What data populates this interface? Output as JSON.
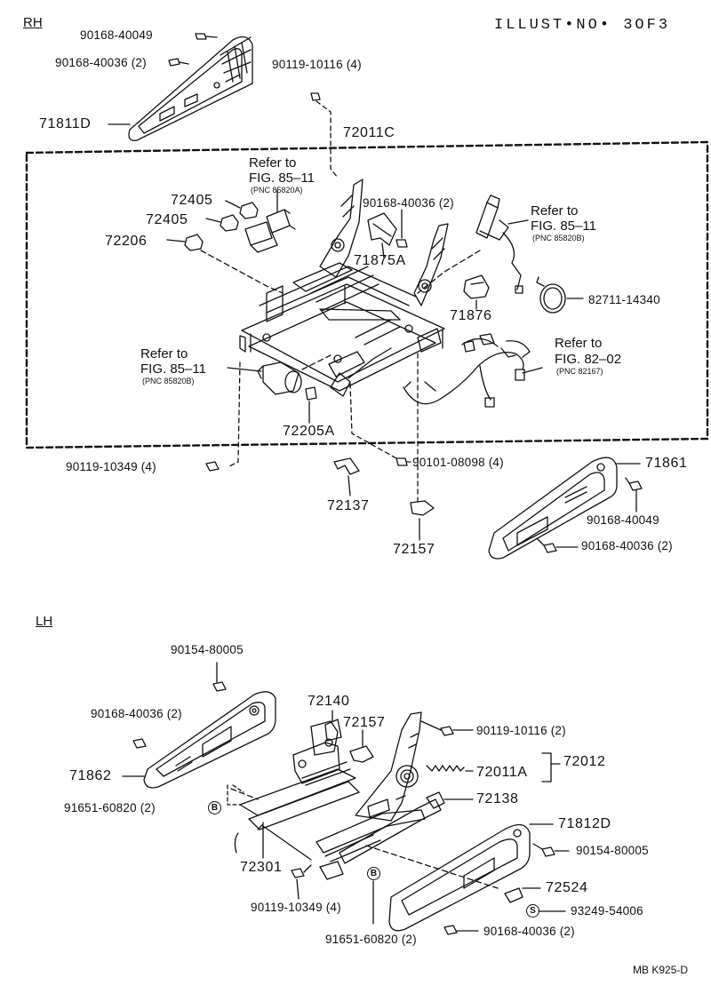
{
  "header": {
    "section_rh": "RH",
    "illust_no": "ILLUST•NO• 3OF3"
  },
  "rh": {
    "p_90168_40049_top": "90168-40049",
    "p_90168_40036_top": "90168-40036 (2)",
    "p_90119_10116": "90119-10116 (4)",
    "p_71811d": "71811D",
    "p_72011c": "72011C",
    "refer_a": {
      "refer": "Refer to",
      "fig": "FIG. 85–11",
      "pnc": "(PNC 85820A)"
    },
    "p_72405_a": "72405",
    "p_72405_b": "72405",
    "p_72206": "72206",
    "p_90168_40036_mid": "90168-40036 (2)",
    "p_71875a": "71875A",
    "refer_b": {
      "refer": "Refer to",
      "fig": "FIG. 85–11",
      "pnc": "(PNC 85820B)"
    },
    "p_82711_14340": "82711-14340",
    "p_71876": "71876",
    "refer_c": {
      "refer": "Refer to",
      "fig": "FIG. 82–02",
      "pnc": "(PNC 82167)"
    },
    "refer_d": {
      "refer": "Refer to",
      "fig": "FIG. 85–11",
      "pnc": "(PNC 85820B)"
    },
    "p_72205a": "72205A",
    "p_90119_10349": "90119-10349 (4)",
    "p_90101_08098": "90101-08098 (4)",
    "p_71861": "71861",
    "p_72137": "72137",
    "p_90168_40049_low": "90168-40049",
    "p_72157": "72157",
    "p_90168_40036_low": "90168-40036 (2)"
  },
  "lh": {
    "section_lh": "LH",
    "p_90154_80005_top": "90154-80005",
    "p_72140": "72140",
    "p_90168_40036_a": "90168-40036 (2)",
    "p_72157": "72157",
    "p_90119_10116": "90119-10116 (2)",
    "p_71862": "71862",
    "p_72011a": "72011A",
    "p_72012": "72012",
    "p_91651_60820_a": "91651-60820 (2)",
    "mark_b": "B",
    "p_72138": "72138",
    "p_71812d": "71812D",
    "p_72301": "72301",
    "p_90154_80005_low": "90154-80005",
    "p_72524": "72524",
    "p_90119_10349": "90119-10349 (4)",
    "mark_s": "S",
    "p_93249_54006": "93249-54006",
    "p_91651_60820_b": "91651-60820 (2)",
    "p_90168_40036_b": "90168-40036 (2)"
  },
  "footer": {
    "code": "MB K925-D"
  }
}
